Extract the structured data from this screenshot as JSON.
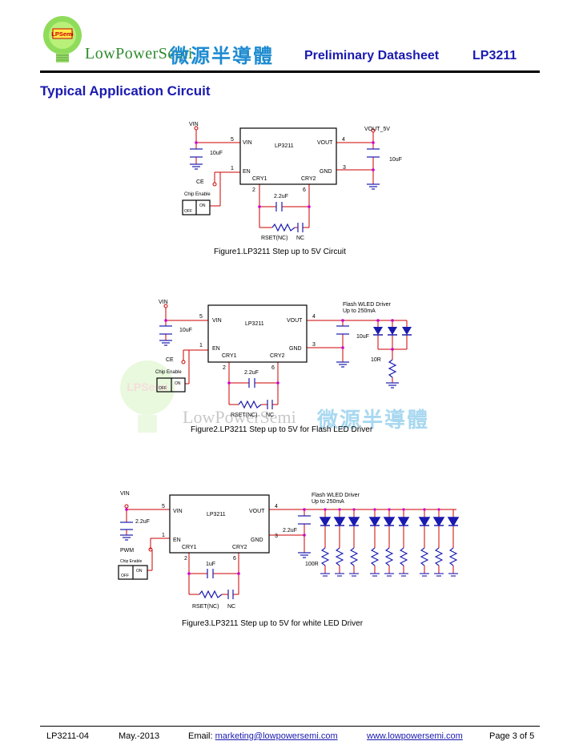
{
  "header": {
    "logo_badge": "LPSemi",
    "brand_en": "LowPowerSemi",
    "brand_cn": "微源半導體",
    "doc_type": "Preliminary Datasheet",
    "part_number": "LP3211"
  },
  "section_title": "Typical Application Circuit",
  "figures": [
    {
      "caption": "Figure1.LP3211 Step up to 5V Circuit",
      "labels": {
        "vin": "VIN",
        "vout_net": "VOUT_5V",
        "ic": "LP3211",
        "pin_vin": "VIN",
        "pin_vout": "VOUT",
        "pin_en": "EN",
        "pin_gnd": "GND",
        "pin_cry1": "CRY1",
        "pin_cry2": "CRY2",
        "n5": "5",
        "n4": "4",
        "n1": "1",
        "n3": "3",
        "n2": "2",
        "n6": "6",
        "c_in": "10uF",
        "c_out": "10uF",
        "c_fly": "2.2uF",
        "ce": "CE",
        "chip_enable": "Chip Enable",
        "off": "OFF",
        "on": "ON",
        "rset": "RSET(NC)",
        "nc": "NC"
      }
    },
    {
      "caption": "Figure2.LP3211 Step up to 5V for Flash LED Driver",
      "labels": {
        "vin": "VIN",
        "ic": "LP3211",
        "pin_vin": "VIN",
        "pin_vout": "VOUT",
        "pin_en": "EN",
        "pin_gnd": "GND",
        "pin_cry1": "CRY1",
        "pin_cry2": "CRY2",
        "n5": "5",
        "n4": "4",
        "n1": "1",
        "n3": "3",
        "n2": "2",
        "n6": "6",
        "c_in": "10uF",
        "c_out": "10uF",
        "c_fly": "2.2uF",
        "ce": "CE",
        "chip_enable": "Chip Enable",
        "off": "OFF",
        "on": "ON",
        "rset": "RSET(NC)",
        "nc": "NC",
        "driver_title": "Flash WLED Driver",
        "driver_sub": "Up to 250mA",
        "r_led": "10R"
      }
    },
    {
      "caption": "Figure3.LP3211 Step up to 5V for white LED Driver",
      "labels": {
        "vin": "VIN",
        "ic": "LP3211",
        "pin_vin": "VIN",
        "pin_vout": "VOUT",
        "pin_en": "EN",
        "pin_gnd": "GND",
        "pin_cry1": "CRY1",
        "pin_cry2": "CRY2",
        "n5": "5",
        "n4": "4",
        "n1": "1",
        "n3": "3",
        "n2": "2",
        "n6": "6",
        "c_in": "2.2uF",
        "c_out": "2.2uF",
        "c_fly": "1uF",
        "pwm": "PWM",
        "chip_enable": "Chip Enable",
        "off": "OFF",
        "on": "ON",
        "rset": "RSET(NC)",
        "nc": "NC",
        "driver_title": "Flash WLED Driver",
        "driver_sub": "Up to 250mA",
        "r_led": "100R"
      }
    }
  ],
  "watermark": {
    "badge": "LPSemi",
    "brand_en": "LowPowerSemi",
    "brand_cn": "微源半導體"
  },
  "footer": {
    "doc_id": "LP3211-04",
    "date": "May.-2013",
    "email_label": "Email: ",
    "email": "marketing@lowpowersemi.com",
    "website": "www.lowpowersemi.com",
    "page": "Page 3 of 5"
  },
  "colors": {
    "title_blue": "#1a1ab0",
    "brand_green": "#2e8b2e",
    "brand_cn_blue": "#1d8bd0",
    "wire_red": "#cc0000",
    "component_blue": "#1a1ab0",
    "node_magenta": "#cc00cc"
  }
}
